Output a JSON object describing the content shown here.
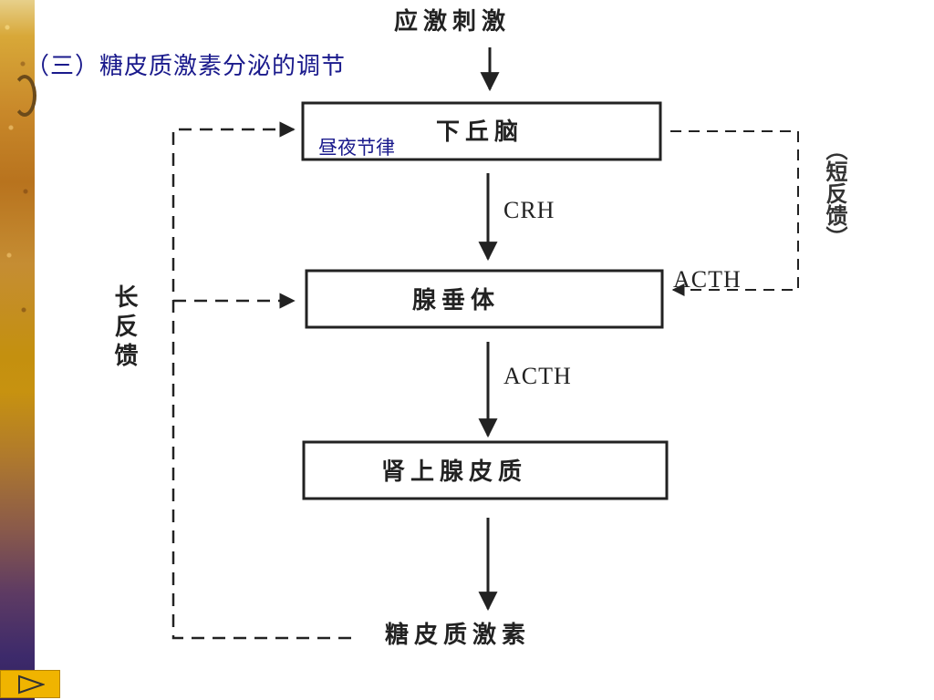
{
  "slide": {
    "title": "（三）糖皮质激素分泌的调节"
  },
  "diagram": {
    "stimulus": "应激刺激",
    "hypothalamus": "下丘脑",
    "circadian_label": "昼夜节律",
    "crh_label": "CRH",
    "pituitary": "腺垂体",
    "acth_feedback_label": "ACTH",
    "acth_label": "ACTH",
    "adrenal_cortex": "肾上腺皮质",
    "glucocorticoid": "糖皮质激素",
    "long_feedback": "长反馈",
    "short_feedback": "（短反馈）"
  },
  "navigation": {
    "next_icon": "play-triangle-icon"
  },
  "colors": {
    "title": "#1a1a8c",
    "nav_button": "#f0b400",
    "diagram_ink": "#222222"
  }
}
